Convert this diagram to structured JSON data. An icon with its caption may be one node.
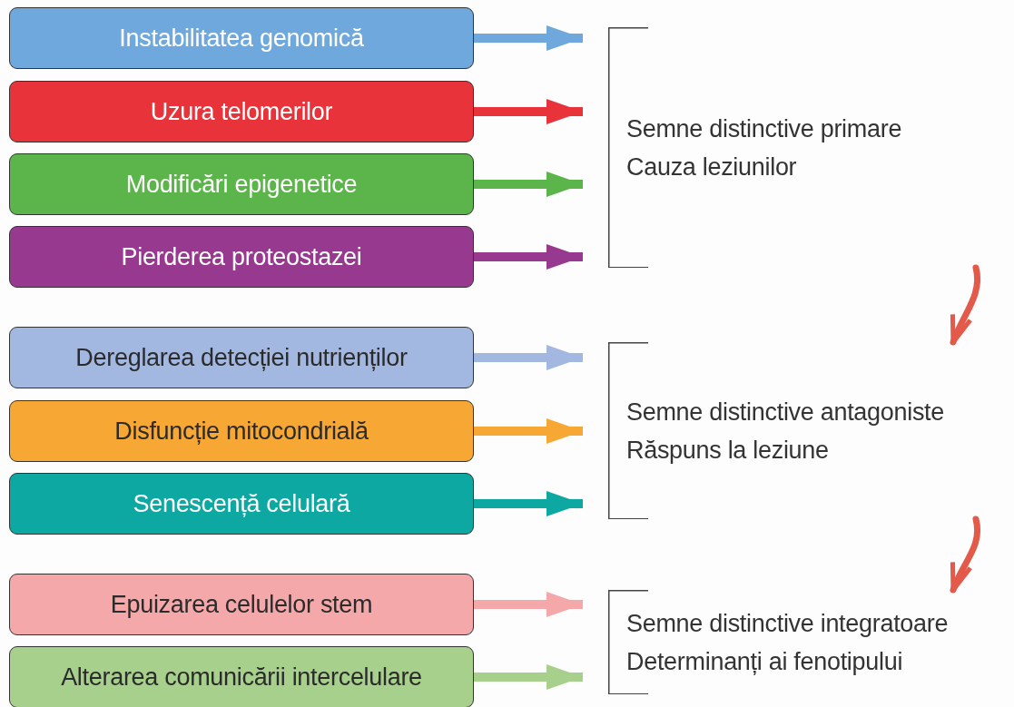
{
  "diagram": {
    "nodes": [
      {
        "text": [
          "Instabilitatea genomică"
        ]
      },
      {
        "text": [
          "Uzura telomerilor"
        ]
      },
      {
        "text": [
          "Modificări epigenetice"
        ]
      },
      {
        "text": [
          "Pierderea proteostazei"
        ]
      },
      {
        "text": [
          "Dereglarea detecției nutrienților"
        ]
      },
      {
        "text": [
          "Disfuncție mitocondrială"
        ]
      },
      {
        "text": [
          "Senescență celulară"
        ]
      },
      {
        "text": [
          "Epuizarea celulelor stem"
        ]
      },
      {
        "text": [
          "Alterarea comunicării intercelulare"
        ]
      },
      {
        "text": [
          "Semne distinctive primare",
          "Cauza leziunilor"
        ]
      },
      {
        "text": [
          "Semne distinctive antagoniste",
          "Răspuns la leziune"
        ]
      },
      {
        "text": [
          "Semne distinctive integratoare",
          "Determinanți ai fenotipului"
        ]
      }
    ],
    "edges": [
      {
        "from": 0,
        "to": 9,
        "arrow": "to",
        "color": "#6fa8dc"
      },
      {
        "from": 1,
        "to": 9,
        "arrow": "to",
        "color": "#e8333a"
      },
      {
        "from": 2,
        "to": 9,
        "arrow": "to",
        "color": "#5cb54a"
      },
      {
        "from": 3,
        "to": 9,
        "arrow": "to",
        "color": "#973a8f"
      },
      {
        "from": 4,
        "to": 10,
        "arrow": "to",
        "color": "#a3b8e0"
      },
      {
        "from": 5,
        "to": 10,
        "arrow": "to",
        "color": "#f7a733"
      },
      {
        "from": 6,
        "to": 10,
        "arrow": "to",
        "color": "#0ea8a2"
      },
      {
        "from": 7,
        "to": 11,
        "arrow": "to",
        "color": "#f5a8aa"
      },
      {
        "from": 8,
        "to": 11,
        "arrow": "to",
        "color": "#a8d08d"
      },
      {
        "from": 9,
        "to": 10,
        "arrow": "to",
        "color": "#e45a4a"
      },
      {
        "from": 10,
        "to": 11,
        "arrow": "to",
        "color": "#e45a4a"
      }
    ]
  }
}
